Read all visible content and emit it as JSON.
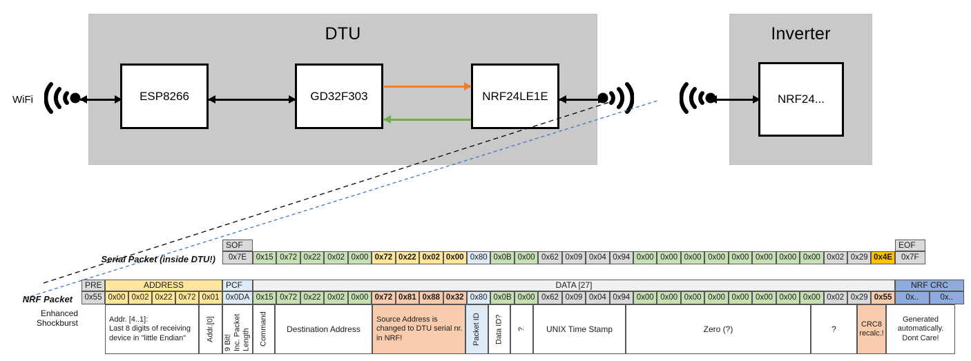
{
  "block_diagram": {
    "dtu": {
      "title": "DTU",
      "chips": [
        {
          "name": "ESP8266"
        },
        {
          "name": "GD32F303"
        },
        {
          "name": "NRF24LE1E"
        }
      ],
      "wifi_label": "WiFi"
    },
    "inverter": {
      "title": "Inverter",
      "chips": [
        {
          "name": "NRF24..."
        }
      ]
    },
    "colors": {
      "enclosure": "#c9c9c9",
      "chip_fill": "#ffffff",
      "chip_border": "#000000",
      "arrow_black": "#000000",
      "arrow_orange": "#ed7d31",
      "arrow_green": "#70ad47",
      "leader_black": "#000000",
      "leader_blue": "#4472c4"
    }
  },
  "serial_packet": {
    "row_label": "Serial Packet (inside DTU!)",
    "sof": {
      "header": "SOF",
      "value": "0x7E"
    },
    "eof": {
      "header": "EOF",
      "value": "0x7F"
    },
    "bytes": [
      {
        "v": "0x15",
        "c": "green",
        "b": false
      },
      {
        "v": "0x72",
        "c": "green",
        "b": false
      },
      {
        "v": "0x22",
        "c": "green",
        "b": false
      },
      {
        "v": "0x02",
        "c": "green",
        "b": false
      },
      {
        "v": "0x00",
        "c": "green",
        "b": false
      },
      {
        "v": "0x72",
        "c": "yellow",
        "b": true
      },
      {
        "v": "0x22",
        "c": "yellow",
        "b": true
      },
      {
        "v": "0x02",
        "c": "yellow",
        "b": true
      },
      {
        "v": "0x00",
        "c": "yellow",
        "b": true
      },
      {
        "v": "0x80",
        "c": "blue",
        "b": false
      },
      {
        "v": "0x0B",
        "c": "green",
        "b": false
      },
      {
        "v": "0x00",
        "c": "green",
        "b": false
      },
      {
        "v": "0x62",
        "c": "gray",
        "b": false
      },
      {
        "v": "0x09",
        "c": "gray",
        "b": false
      },
      {
        "v": "0x04",
        "c": "gray",
        "b": false
      },
      {
        "v": "0x94",
        "c": "gray",
        "b": false
      },
      {
        "v": "0x00",
        "c": "green",
        "b": false
      },
      {
        "v": "0x00",
        "c": "green",
        "b": false
      },
      {
        "v": "0x00",
        "c": "green",
        "b": false
      },
      {
        "v": "0x00",
        "c": "green",
        "b": false
      },
      {
        "v": "0x00",
        "c": "green",
        "b": false
      },
      {
        "v": "0x00",
        "c": "green",
        "b": false
      },
      {
        "v": "0x00",
        "c": "green",
        "b": false
      },
      {
        "v": "0x00",
        "c": "green",
        "b": false
      },
      {
        "v": "0x02",
        "c": "gray",
        "b": false
      },
      {
        "v": "0x29",
        "c": "gray",
        "b": false
      },
      {
        "v": "0x4E",
        "c": "orange",
        "b": true
      }
    ]
  },
  "nrf_packet": {
    "row_label": "NRF Packet",
    "sub_label": "Enhanced Shockburst",
    "headers": {
      "pre": "PRE",
      "address": "ADDRESS",
      "pcf": "PCF",
      "data": "DATA [27]",
      "nrf_crc": "NRF CRC"
    },
    "pre": {
      "value": "0x55"
    },
    "address": [
      {
        "v": "0x00"
      },
      {
        "v": "0x02"
      },
      {
        "v": "0x22"
      },
      {
        "v": "0x72"
      },
      {
        "v": "0x01"
      }
    ],
    "pcf": {
      "value": "0x0DA"
    },
    "bytes": [
      {
        "v": "0x15",
        "c": "green",
        "b": false
      },
      {
        "v": "0x72",
        "c": "green",
        "b": false
      },
      {
        "v": "0x22",
        "c": "green",
        "b": false
      },
      {
        "v": "0x02",
        "c": "green",
        "b": false
      },
      {
        "v": "0x00",
        "c": "green",
        "b": false
      },
      {
        "v": "0x72",
        "c": "salmon",
        "b": true
      },
      {
        "v": "0x81",
        "c": "salmon",
        "b": true
      },
      {
        "v": "0x88",
        "c": "salmon",
        "b": true
      },
      {
        "v": "0x32",
        "c": "salmon",
        "b": true
      },
      {
        "v": "0x80",
        "c": "blue",
        "b": false
      },
      {
        "v": "0x0B",
        "c": "green",
        "b": false
      },
      {
        "v": "0x00",
        "c": "green",
        "b": false
      },
      {
        "v": "0x62",
        "c": "gray",
        "b": false
      },
      {
        "v": "0x09",
        "c": "gray",
        "b": false
      },
      {
        "v": "0x04",
        "c": "gray",
        "b": false
      },
      {
        "v": "0x94",
        "c": "gray",
        "b": false
      },
      {
        "v": "0x00",
        "c": "green",
        "b": false
      },
      {
        "v": "0x00",
        "c": "green",
        "b": false
      },
      {
        "v": "0x00",
        "c": "green",
        "b": false
      },
      {
        "v": "0x00",
        "c": "green",
        "b": false
      },
      {
        "v": "0x00",
        "c": "green",
        "b": false
      },
      {
        "v": "0x00",
        "c": "green",
        "b": false
      },
      {
        "v": "0x00",
        "c": "green",
        "b": false
      },
      {
        "v": "0x00",
        "c": "green",
        "b": false
      },
      {
        "v": "0x02",
        "c": "gray",
        "b": false
      },
      {
        "v": "0x29",
        "c": "gray",
        "b": false
      },
      {
        "v": "0x55",
        "c": "salmon",
        "b": true
      }
    ],
    "crc": [
      {
        "v": "0x.."
      },
      {
        "v": "0x.."
      }
    ],
    "annotations": {
      "address": "Addr. [4..1]:\nLast 8 digits of receiving device in \"little Endian\"",
      "addr0": "Addr.[0]",
      "pcf": "9 Bit!\nInc. Packet Length",
      "command": "Command",
      "destination": "Destination Address",
      "source": "Source Address is changed to DTU serial nr. in NRF!",
      "packet_id": "Packet ID",
      "data_id": "Data ID?",
      "unknown1": "?",
      "timestamp": "UNIX Time Stamp",
      "zero": "Zero (?)",
      "unknown2": "?",
      "crc8": "CRC8 recalc.!",
      "crc_note": "Generated automatically. Dont Care!"
    }
  },
  "colors": {
    "green": "#c6e0b4",
    "yellow": "#ffe699",
    "orange": "#ffc000",
    "blue": "#ddebf7",
    "salmon": "#f8cbad",
    "gray": "#d9d9d9",
    "crc_blue": "#8faadc"
  }
}
